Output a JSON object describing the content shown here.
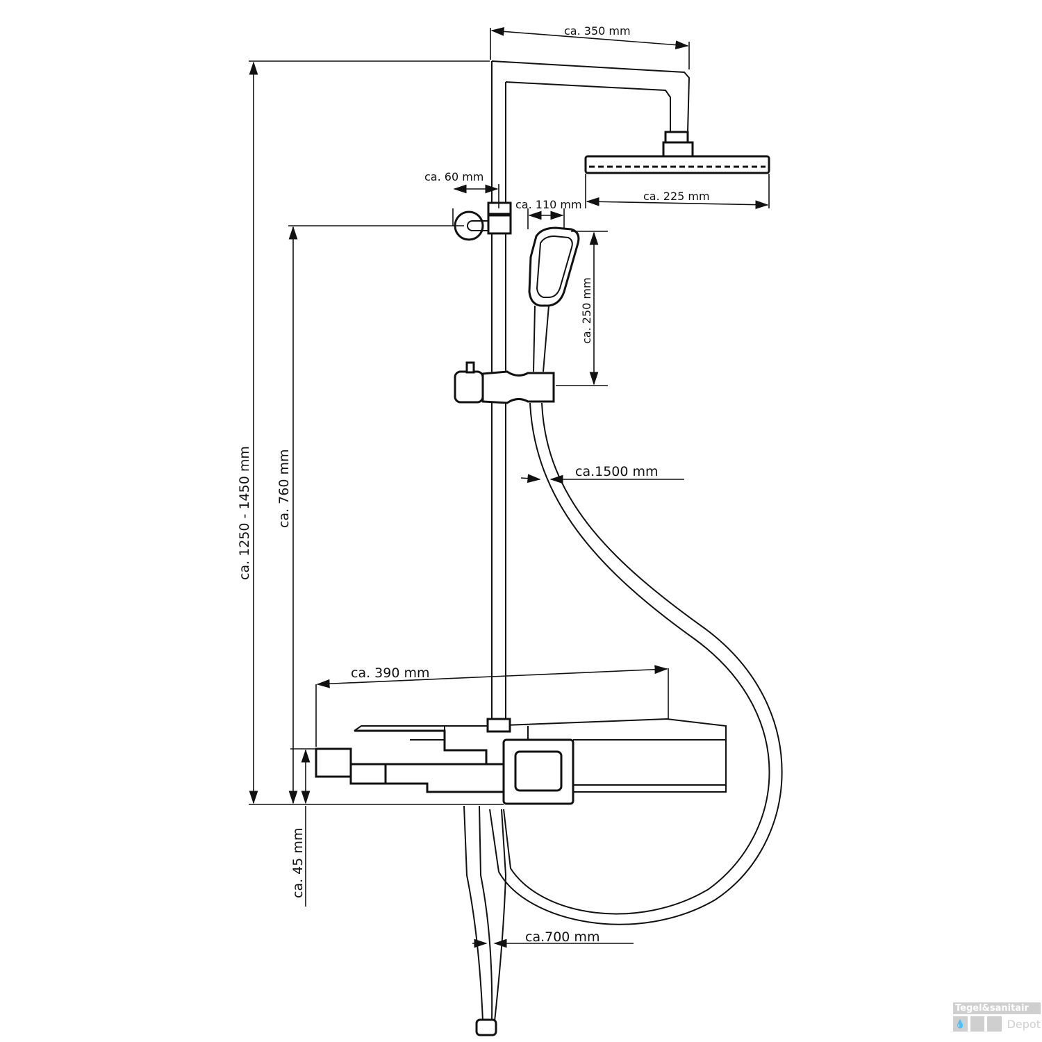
{
  "dimensions": {
    "arm_length": "ca. 350 mm",
    "wall_distance": "ca. 60 mm",
    "hand_shower_width": "ca. 110 mm",
    "head_shower_width": "ca. 225 mm",
    "hand_shower_length": "ca. 250 mm",
    "hose_length": "ca.1500 mm",
    "total_height": "ca. 1250 - 1450 mm",
    "bracket_height": "ca. 760 mm",
    "shelf_width": "ca. 390 mm",
    "shelf_height": "ca. 45 mm",
    "lower_hose_length": "ca.700 mm"
  },
  "watermark": {
    "line1": "Tegel&sanitair",
    "line2": "Depot"
  }
}
